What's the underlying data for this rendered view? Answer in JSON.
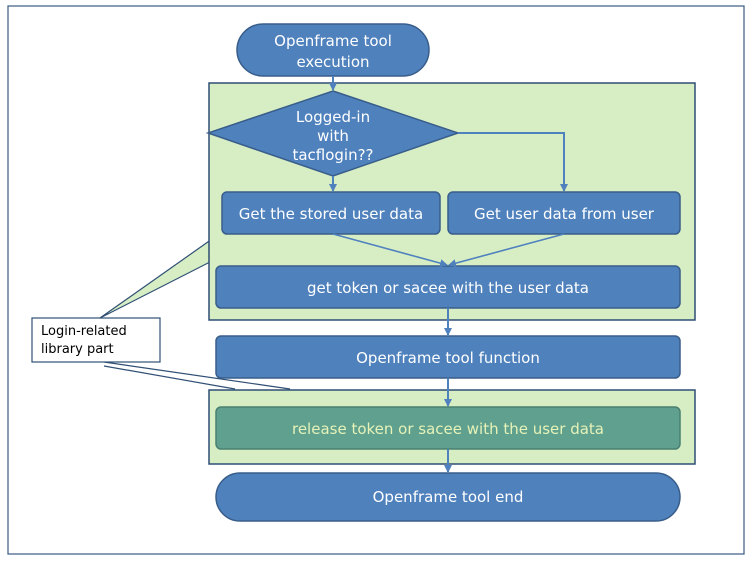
{
  "nodes": {
    "start": {
      "lines": [
        "Openframe tool",
        "execution"
      ]
    },
    "decision": {
      "lines": [
        "Logged-in",
        "with",
        "tacflogin??"
      ]
    },
    "stored": {
      "label": "Get the stored user data"
    },
    "from_user": {
      "label": "Get user data from user"
    },
    "get_token": {
      "label": "get token or sacee with the user data"
    },
    "function": {
      "label": "Openframe tool function"
    },
    "release": {
      "label": "release token or sacee with the user data"
    },
    "end": {
      "label": "Openframe tool end"
    }
  },
  "callout": {
    "lines": [
      "Login-related",
      "library part"
    ]
  },
  "colors": {
    "node_fill": "#4f81bd",
    "node_stroke": "#385d8a",
    "region_fill": "#d7eec5",
    "region_stroke": "#2f4f75",
    "release_fill": "#5fa08e",
    "arrow": "#4f81bd"
  }
}
